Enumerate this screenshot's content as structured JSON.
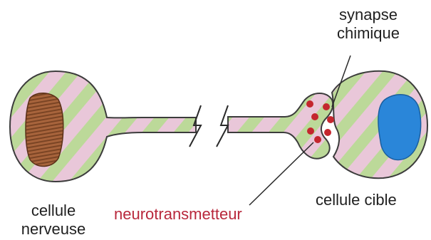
{
  "labels": {
    "synapse_line1": "synapse",
    "synapse_line2": "chimique",
    "nerve_cell_line1": "cellule",
    "nerve_cell_line2": "nerveuse",
    "target_cell": "cellule cible",
    "neurotransmitter": "neurotransmetteur"
  },
  "colors": {
    "cell_pink": "#e9c7d9",
    "cell_green": "#bcd999",
    "outline": "#3c3c3c",
    "nerve_nucleus": "#9b5a35",
    "target_nucleus": "#2a86d9",
    "vesicle": "#c4262e",
    "neurotransmitter_text": "#b8283c"
  }
}
